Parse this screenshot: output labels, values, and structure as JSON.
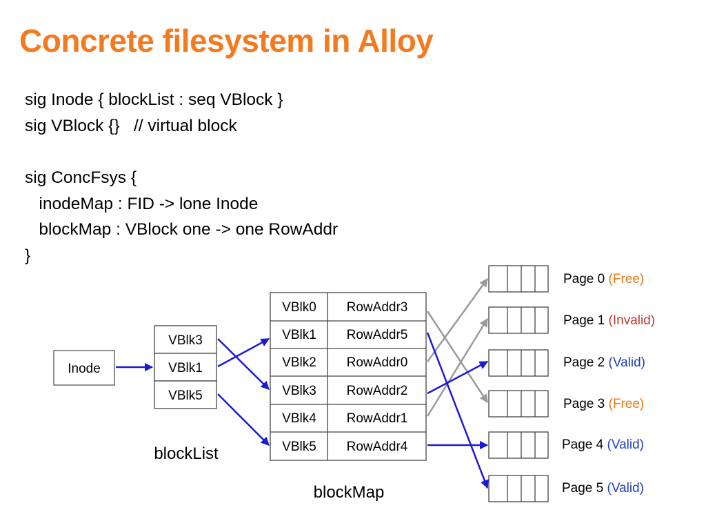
{
  "title": "Concrete filesystem in Alloy",
  "code_lines": [
    "sig Inode { blockList : seq VBlock }",
    "sig VBlock {}   // virtual block",
    "",
    "sig ConcFsys {",
    "   inodeMap : FID -> lone Inode",
    "   blockMap : VBlock one -> one RowAddr",
    "}"
  ],
  "diagram": {
    "inode_label": "Inode",
    "block_list": {
      "items": [
        "VBlk3",
        "VBlk1",
        "VBlk5"
      ],
      "caption": "blockList"
    },
    "block_map": {
      "rows": [
        {
          "vblock": "VBlk0",
          "rowaddr": "RowAddr3"
        },
        {
          "vblock": "VBlk1",
          "rowaddr": "RowAddr5"
        },
        {
          "vblock": "VBlk2",
          "rowaddr": "RowAddr0"
        },
        {
          "vblock": "VBlk3",
          "rowaddr": "RowAddr2"
        },
        {
          "vblock": "VBlk4",
          "rowaddr": "RowAddr1"
        },
        {
          "vblock": "VBlk5",
          "rowaddr": "RowAddr4"
        }
      ],
      "caption": "blockMap"
    },
    "pages": [
      {
        "label": "Page 0",
        "status": "(Free)",
        "status_color": "#e8791a"
      },
      {
        "label": "Page 1",
        "status": "(Invalid)",
        "status_color": "#c0392b"
      },
      {
        "label": "Page 2",
        "status": "(Valid)",
        "status_color": "#1f3fb8"
      },
      {
        "label": "Page 3",
        "status": "(Free)",
        "status_color": "#e8791a"
      },
      {
        "label": "Page 4",
        "status": "(Valid)",
        "status_color": "#1f3fb8"
      },
      {
        "label": "Page 5",
        "status": "(Valid)",
        "status_color": "#1f3fb8"
      }
    ],
    "colors": {
      "blue_arrow": "#1a1ad6",
      "gray_arrow": "#9a9a9a",
      "box_border": "#444444"
    }
  }
}
